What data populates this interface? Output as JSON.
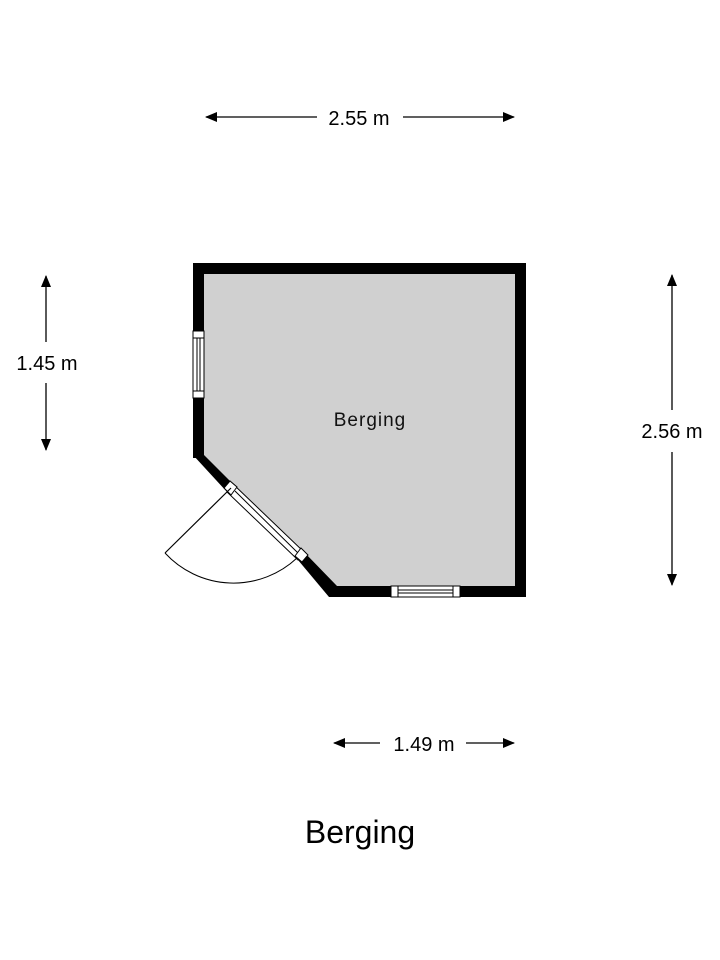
{
  "plan": {
    "title": "Berging",
    "room_label": "Berging",
    "dimensions": {
      "top_width": "2.55 m",
      "left_height": "1.45 m",
      "right_height": "2.56 m",
      "bottom_width": "1.49 m"
    },
    "colors": {
      "wall": "#000000",
      "floor": "#d0d0d0",
      "background": "#ffffff"
    }
  }
}
